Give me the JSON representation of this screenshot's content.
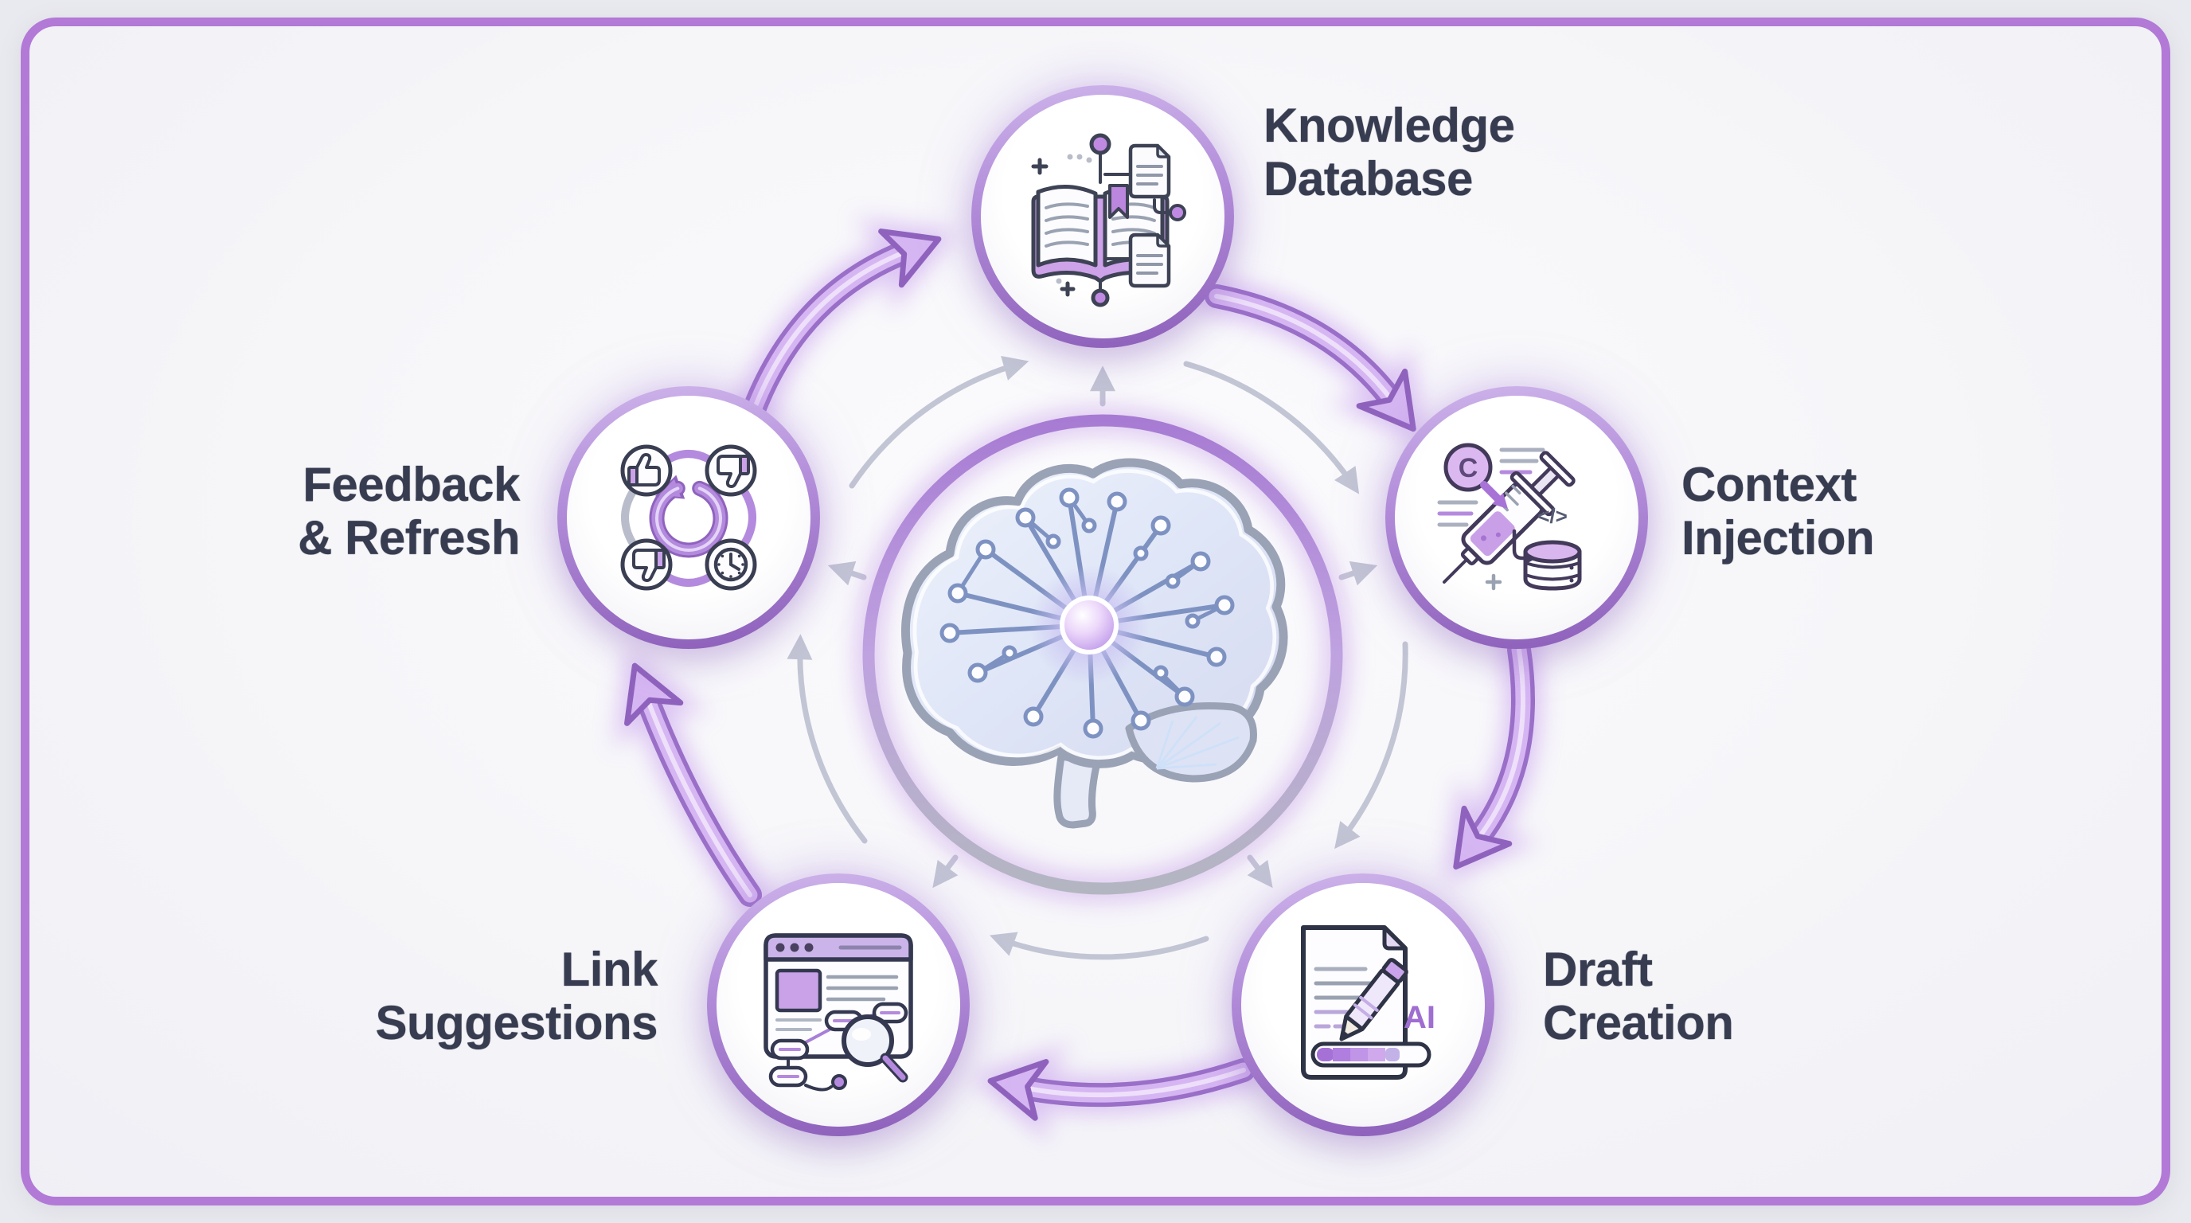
{
  "diagram": {
    "type": "cycle",
    "direction": "clockwise",
    "center": {
      "icon": "ai-brain-icon",
      "description": "AI brain with glowing neural network core"
    },
    "nodes": [
      {
        "id": "knowledge-database",
        "label": "Knowledge Database",
        "line1": "Knowledge",
        "line2": "Database",
        "icon": "book-network-icon",
        "position": "top"
      },
      {
        "id": "context-injection",
        "label": "Context Injection",
        "line1": "Context",
        "line2": "Injection",
        "icon": "syringe-database-icon",
        "position": "right",
        "icon_badge": "C",
        "icon_glyph": "</>"
      },
      {
        "id": "draft-creation",
        "label": "Draft Creation",
        "line1": "Draft",
        "line2": "Creation",
        "icon": "document-pencil-icon",
        "position": "bottom-right",
        "icon_text": "AI"
      },
      {
        "id": "link-suggestions",
        "label": "Link Suggestions",
        "line1": "Link",
        "line2": "Suggestions",
        "icon": "browser-links-magnifier-icon",
        "position": "bottom-left"
      },
      {
        "id": "feedback-refresh",
        "label": "Feedback & Refresh",
        "line1": "Feedback",
        "line2": "& Refresh",
        "icon": "thumbs-refresh-clock-icon",
        "position": "left"
      }
    ],
    "flow_arrows": [
      {
        "from": "knowledge-database",
        "to": "context-injection"
      },
      {
        "from": "context-injection",
        "to": "draft-creation"
      },
      {
        "from": "draft-creation",
        "to": "link-suggestions"
      },
      {
        "from": "link-suggestions",
        "to": "feedback-refresh"
      },
      {
        "from": "feedback-refresh",
        "to": "knowledge-database"
      }
    ],
    "colors": {
      "frame_border": "#b279d6",
      "background": "#f5f5f8",
      "label_text": "#373c50",
      "arrow_purple": "#d6b6f2",
      "arrow_outline": "#9a6fc8",
      "gray_arrow": "#c2c5d4",
      "ring_silver": "#b3b6c1",
      "node_ring_purple": "#8d60ba",
      "accent_purple": "#a87fd6"
    }
  }
}
